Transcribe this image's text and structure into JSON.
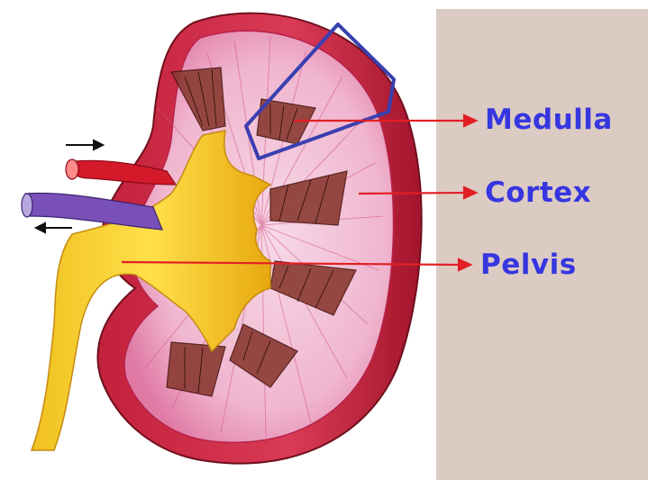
{
  "labels": {
    "medulla": "Medulla",
    "cortex": "Cortex",
    "pelvis": "Pelvis"
  },
  "colors": {
    "label": "#3636e0",
    "arrow": "#e21f24",
    "highlight_box": "#3a3fb0",
    "background_right": "#dccbc3"
  },
  "icons": [
    "flow-in-arrow-icon",
    "flow-out-arrow-icon"
  ]
}
